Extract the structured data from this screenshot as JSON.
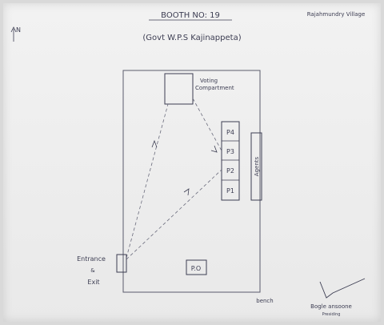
{
  "header": {
    "title": "BOOTH NO: 19",
    "subtitle": "(Govt W.P.S Kajinappeta)",
    "village": "Rajahmundry Village",
    "direction": "N"
  },
  "room": {
    "voting_compartment": "Voting Compartment",
    "polling_officers": [
      "P4",
      "P3",
      "P2",
      "P1"
    ],
    "agents": "Agents",
    "presiding_officer": "P.O",
    "entrance_exit": [
      "Entrance",
      "&",
      "Exit"
    ],
    "bench": "bench"
  },
  "signature": {
    "name": "Bogle ansoone",
    "designation": "Presiding"
  }
}
